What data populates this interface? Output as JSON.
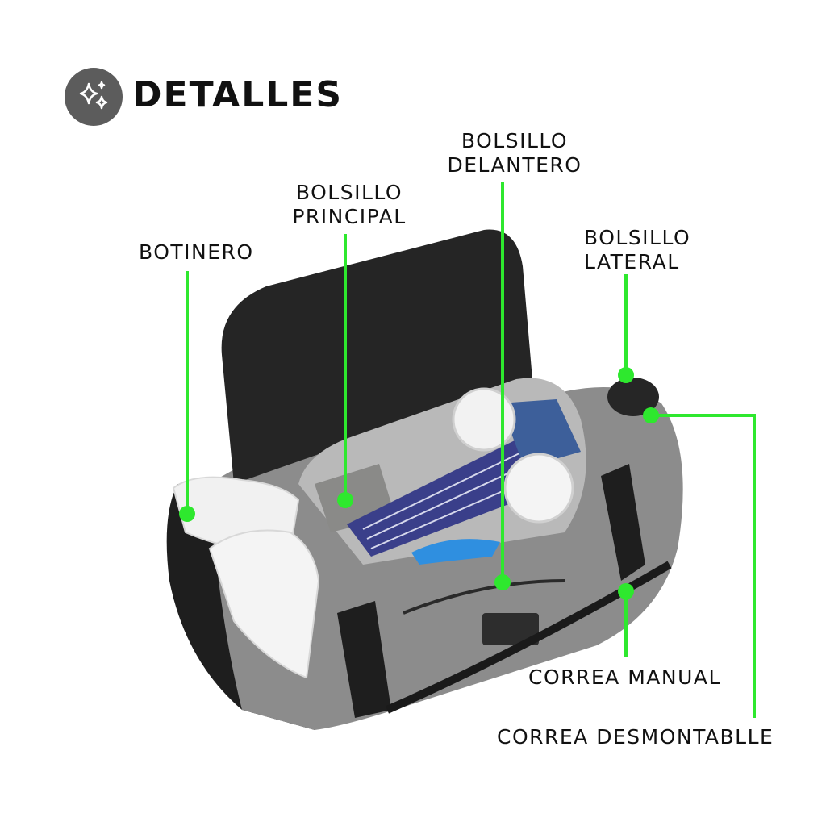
{
  "header": {
    "title": "DETALLES",
    "icon": "sparkles-icon"
  },
  "callouts": {
    "botinero": "BOTINERO",
    "bolsillo_principal": [
      "BOLSILLO",
      "PRINCIPAL"
    ],
    "bolsillo_delantero": [
      "BOLSILLO",
      "DELANTERO"
    ],
    "bolsillo_lateral": [
      "BOLSILLO",
      "LATERAL"
    ],
    "correa_manual": "CORREA MANUAL",
    "correa_desmontable": "CORREA DESMONTABLLE"
  },
  "colors": {
    "accent": "#2ee82e",
    "badge": "#5c5c5c",
    "bag_body": "#8c8c8c",
    "bag_dark": "#1e1e1e"
  }
}
